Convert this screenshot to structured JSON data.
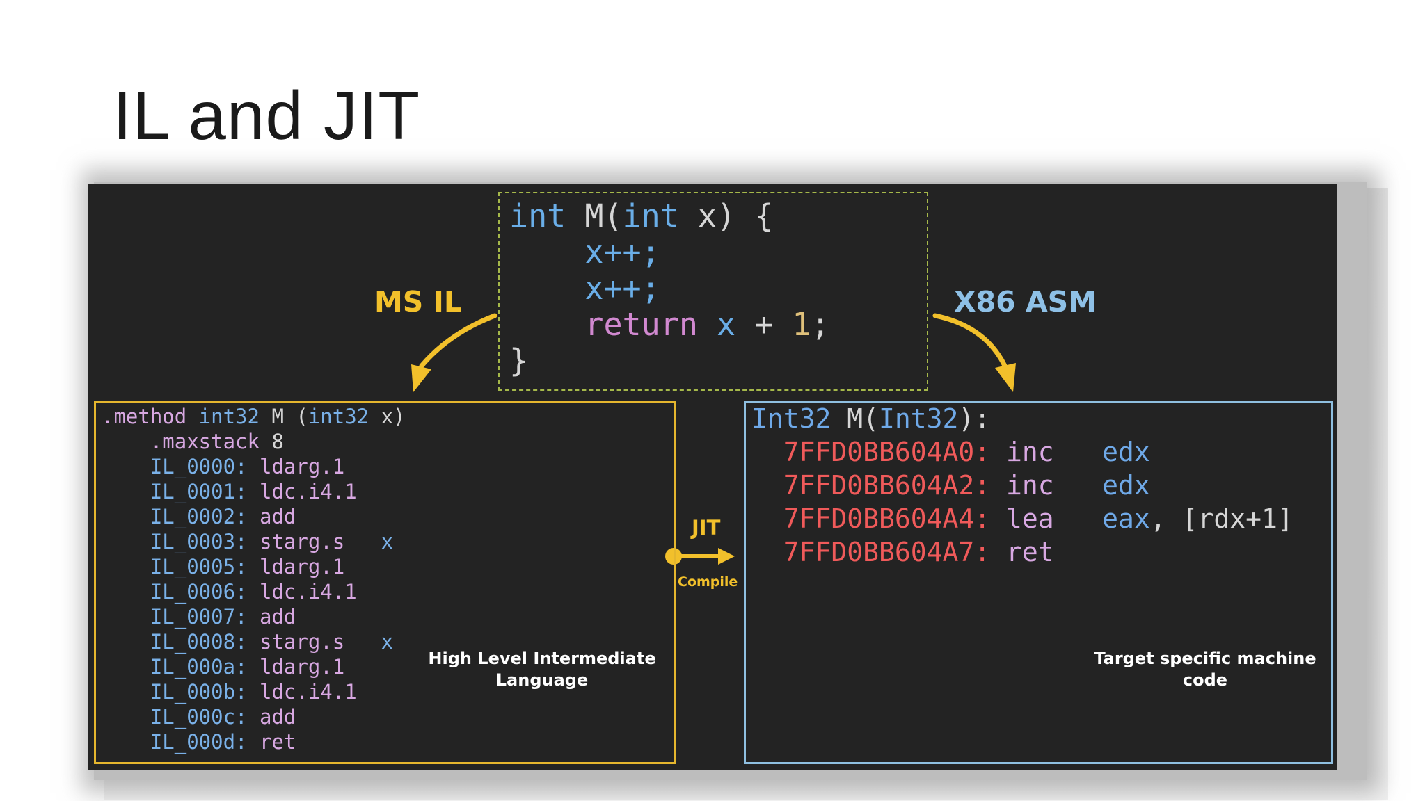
{
  "title": "IL and JIT",
  "labels": {
    "ms_il": "MS IL",
    "x86_asm": "X86 ASM",
    "jit": "JIT",
    "compile": "Compile",
    "il_caption_1": "High Level Intermediate",
    "il_caption_2": "Language",
    "asm_caption_1": "Target specific machine",
    "asm_caption_2": "code"
  },
  "source": {
    "l1_kw": "int",
    "l1_name": " M(",
    "l1_kw2": "int",
    "l1_rest": " x) {",
    "l2": "    x++;",
    "l3": "    x++;",
    "l4_kw": "    return",
    "l4_x": " x",
    "l4_plus": " + ",
    "l4_one": "1",
    "l4_semi": ";",
    "l5": "}"
  },
  "il": {
    "header_method": ".method",
    "header_type": " int32",
    "header_name": " M",
    "header_paren": " (",
    "header_type2": "int32",
    "header_rest": " x)",
    "maxstack_kw": "    .maxstack",
    "maxstack_val": " 8",
    "lines": [
      {
        "label": "    IL_0000:",
        "op": " ldarg.1",
        "arg": ""
      },
      {
        "label": "    IL_0001:",
        "op": " ldc.i4.1",
        "arg": ""
      },
      {
        "label": "    IL_0002:",
        "op": " add",
        "arg": ""
      },
      {
        "label": "    IL_0003:",
        "op": " starg.s",
        "arg": "   x"
      },
      {
        "label": "    IL_0005:",
        "op": " ldarg.1",
        "arg": ""
      },
      {
        "label": "    IL_0006:",
        "op": " ldc.i4.1",
        "arg": ""
      },
      {
        "label": "    IL_0007:",
        "op": " add",
        "arg": ""
      },
      {
        "label": "    IL_0008:",
        "op": " starg.s",
        "arg": "   x"
      },
      {
        "label": "    IL_000a:",
        "op": " ldarg.1",
        "arg": ""
      },
      {
        "label": "    IL_000b:",
        "op": " ldc.i4.1",
        "arg": ""
      },
      {
        "label": "    IL_000c:",
        "op": " add",
        "arg": ""
      },
      {
        "label": "    IL_000d:",
        "op": " ret",
        "arg": ""
      }
    ]
  },
  "asm": {
    "header_type": "Int32",
    "header_name": " M(",
    "header_type2": "Int32",
    "header_rest": "):",
    "lines": [
      {
        "addr": "  7FFD0BB604A0:",
        "op": " inc",
        "args": "edx",
        "extra": ""
      },
      {
        "addr": "  7FFD0BB604A2:",
        "op": " inc",
        "args": "edx",
        "extra": ""
      },
      {
        "addr": "  7FFD0BB604A4:",
        "op": " lea",
        "args": "eax",
        "extra": ", [rdx+1]"
      },
      {
        "addr": "  7FFD0BB604A7:",
        "op": " ret",
        "args": "",
        "extra": ""
      }
    ]
  },
  "colors": {
    "keyword": "#6aaee8",
    "return": "#d189d0",
    "address": "#f05a5a",
    "yellow": "#f2c02b",
    "blue": "#8ec0e6"
  }
}
